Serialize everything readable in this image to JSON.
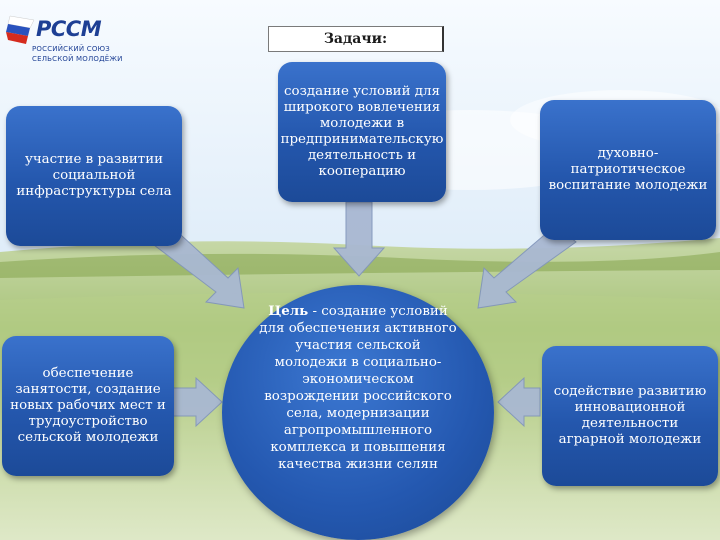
{
  "logo": {
    "name": "РССМ",
    "sub_line1": "РОССИЙСКИЙ СОЮЗ",
    "sub_line2": "СЕЛЬСКОЙ МОЛОДЁЖИ"
  },
  "tasks_label": "Задачи:",
  "center": {
    "label": "Цель",
    "text": " - создание условий для обеспечения активного участия сельской молодежи в социально-экономическом возрождении российского села, модернизации агропромышленного комплекса и повышения качества жизни селян"
  },
  "boxes": {
    "top_left": "участие в развитии социальной инфраструктуры села",
    "top_center": "создание условий для широкого вовлечения молодежи в предпринимательскую деятельность и кооперацию",
    "top_right": "духовно-патриотическое воспитание молодежи",
    "bottom_left": "обеспечение занятости, создание новых рабочих мест и трудоустройство сельской молодежи",
    "bottom_right": "содействие развитию инновационной деятельности аграрной молодежи"
  },
  "colors": {
    "box_blue": "#2457ad",
    "arrow_gray": "#a9b8d2",
    "sky": "#cfe2f3",
    "field": "#8fb04e"
  }
}
